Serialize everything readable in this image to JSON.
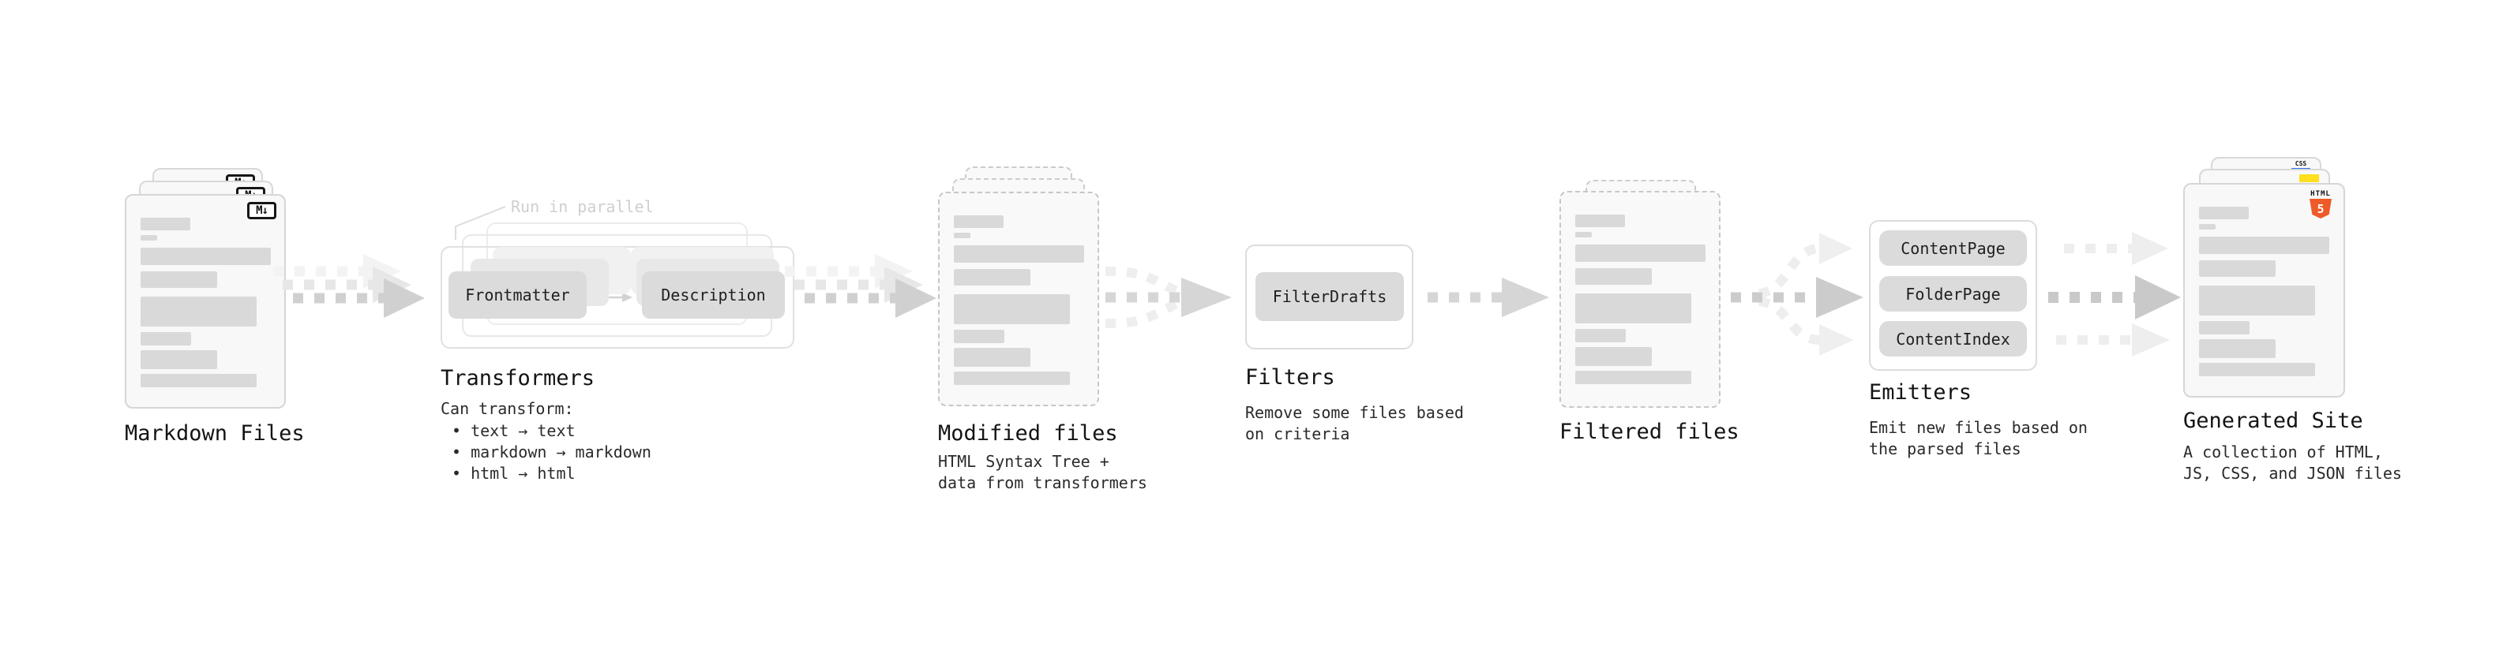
{
  "stages": {
    "markdown_files": {
      "label": "Markdown Files",
      "badge": "M↓"
    },
    "transformers": {
      "label": "Transformers",
      "annotation": "Run in parallel",
      "pill_left": "Frontmatter",
      "pill_right": "Description",
      "description_heading": "Can transform:",
      "bullets": [
        "• text → text",
        "• markdown → markdown",
        "• html → html"
      ]
    },
    "modified_files": {
      "label": "Modified files",
      "description_lines": [
        "HTML Syntax Tree +",
        "data from transformers"
      ]
    },
    "filters": {
      "label": "Filters",
      "pill": "FilterDrafts",
      "description_lines": [
        "Remove some files based",
        "on criteria"
      ]
    },
    "filtered_files": {
      "label": "Filtered files"
    },
    "emitters": {
      "label": "Emitters",
      "pills": [
        "ContentPage",
        "FolderPage",
        "ContentIndex"
      ],
      "description_lines": [
        "Emit new files based on",
        "the parsed files"
      ]
    },
    "generated_site": {
      "label": "Generated Site",
      "description_lines": [
        "A collection of HTML,",
        "JS, CSS, and JSON files"
      ],
      "css_badge": "CSS",
      "html_badge_title": "HTML",
      "html_badge_number": "5"
    }
  },
  "colors": {
    "html5_orange": "#ee5a28",
    "js_yellow": "#ffdf1e",
    "css_blue": "#2c6fe8",
    "card_border": "#d6d6d6",
    "skeleton_bar": "#d9d9d9",
    "arrow_gray": "#d0d0d0"
  }
}
